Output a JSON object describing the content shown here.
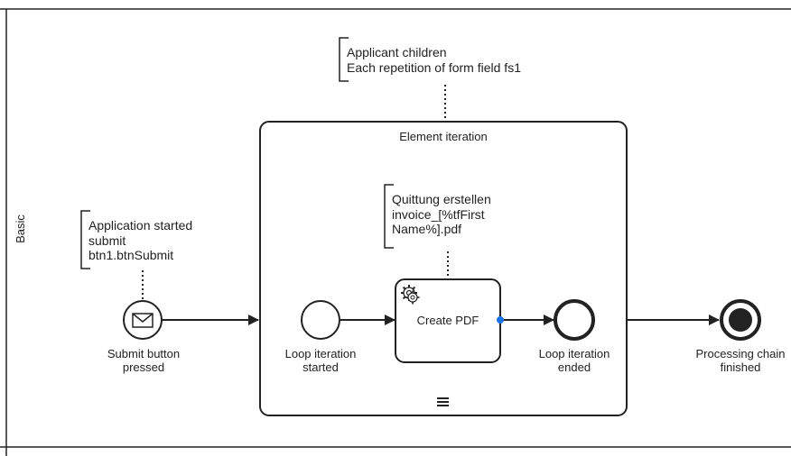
{
  "lane": {
    "label": "Basic"
  },
  "annotations": {
    "start": [
      "Application started",
      "submit",
      "btn1.btnSubmit"
    ],
    "iteration": [
      "Applicant children",
      "Each repetition of form field fs1"
    ],
    "task": [
      "Quittung erstellen",
      "invoice_[%tfFirst",
      "Name%].pdf"
    ]
  },
  "events": {
    "start": [
      "Submit button",
      "pressed"
    ],
    "loop_start": [
      "Loop iteration",
      "started"
    ],
    "loop_end": [
      "Loop iteration",
      "ended"
    ],
    "end": [
      "Processing chain",
      "finished"
    ]
  },
  "subprocess": {
    "title": "Element iteration"
  },
  "task": {
    "label": "Create PDF"
  },
  "icons": {
    "start_event": "envelope-icon",
    "task": "gear-icon",
    "subprocess_marker": "multi-instance-icon"
  },
  "colors": {
    "stroke": "#222222",
    "connector_dot": "#1a73e8",
    "annotation_dots": "#222222"
  }
}
